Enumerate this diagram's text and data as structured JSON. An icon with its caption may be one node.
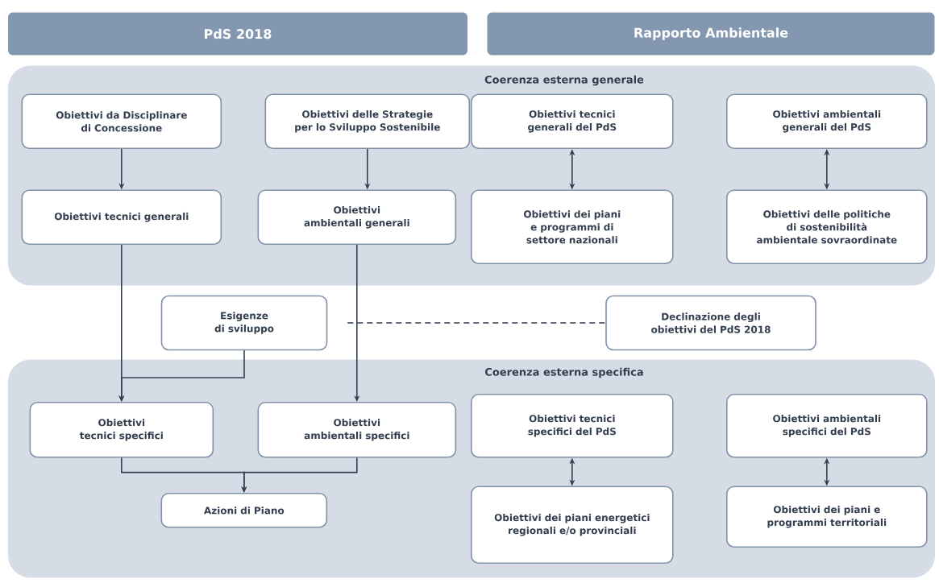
{
  "diagram": {
    "nodes": [
      {
        "text": [
          "PdS 2018"
        ]
      },
      {
        "text": [
          "Rapporto Ambientale"
        ]
      },
      {
        "text": [
          "Coerenza esterna generale"
        ]
      },
      {
        "text": [
          "Obiettivi da Disciplinare di Concessione"
        ],
        "in": 2
      },
      {
        "text": [
          "Obiettivi delle Strategie per lo Sviluppo Sostenibile"
        ],
        "in": 2
      },
      {
        "text": [
          "Obiettivi tecnici generali del PdS"
        ],
        "in": 2
      },
      {
        "text": [
          "Obiettivi ambientali generali del PdS"
        ],
        "in": 2
      },
      {
        "text": [
          "Obiettivi tecnici generali"
        ],
        "in": 2
      },
      {
        "text": [
          "Obiettivi ambientali generali"
        ],
        "in": 2
      },
      {
        "text": [
          "Obiettivi dei piani e programmi di settore nazionali"
        ],
        "in": 2
      },
      {
        "text": [
          "Obiettivi delle politiche di sostenibilità ambientale sovraordinate"
        ],
        "in": 2
      },
      {
        "text": [
          "Esigenze di sviluppo"
        ]
      },
      {
        "text": [
          "Declinazione degli obiettivi del PdS 2018"
        ]
      },
      {
        "text": [
          "Coerenza esterna specifica"
        ]
      },
      {
        "text": [
          "Obiettivi tecnici specifici"
        ],
        "in": 13
      },
      {
        "text": [
          "Obiettivi ambientali specifici"
        ],
        "in": 13
      },
      {
        "text": [
          "Obiettivi tecnici specifici del PdS"
        ],
        "in": 13
      },
      {
        "text": [
          "Obiettivi ambientali specifici del PdS"
        ],
        "in": 13
      },
      {
        "text": [
          "Azioni di Piano"
        ],
        "in": 13
      },
      {
        "text": [
          "Obiettivi dei piani energetici regionali e/o provinciali"
        ],
        "in": 13
      },
      {
        "text": [
          "Obiettivi dei piani e programmi territoriali"
        ],
        "in": 13
      }
    ],
    "edges": [
      {
        "from": 3,
        "to": 7,
        "arrow": "to"
      },
      {
        "from": 4,
        "to": 8,
        "arrow": "to"
      },
      {
        "from": 5,
        "to": 9,
        "arrow": "both"
      },
      {
        "from": 6,
        "to": 10,
        "arrow": "both"
      },
      {
        "from": 7,
        "to": 14,
        "arrow": "to"
      },
      {
        "from": 11,
        "to": 14,
        "arrow": "to"
      },
      {
        "from": 8,
        "to": 15,
        "arrow": "to"
      },
      {
        "from": 11,
        "to": 12,
        "arrow": "none",
        "style": "dashed"
      },
      {
        "from": 14,
        "to": 18,
        "arrow": "to"
      },
      {
        "from": 15,
        "to": 18,
        "arrow": "to"
      },
      {
        "from": 16,
        "to": 19,
        "arrow": "both"
      },
      {
        "from": 17,
        "to": 20,
        "arrow": "both"
      }
    ]
  }
}
